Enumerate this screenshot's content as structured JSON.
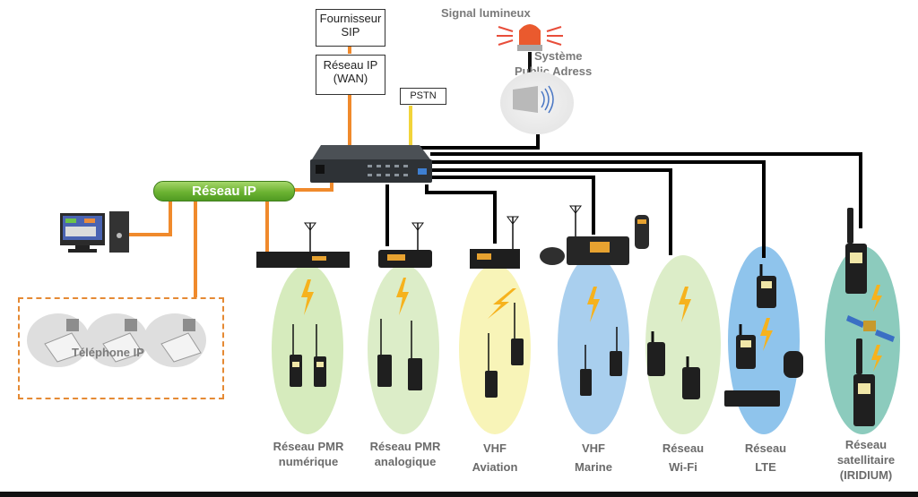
{
  "colors": {
    "ip_link": "#f08a2c",
    "pstn_link": "#f2d43a",
    "radio_link": "#000000",
    "ip_pill": "#6cb332",
    "dashed_border": "#e58a34",
    "zone_green": "#d6ebbd",
    "zone_lightgreen": "#dcedc8",
    "zone_yellow": "#f8f4b8",
    "zone_blue": "#a9cfee",
    "zone_blue_lte": "#8fc4ec",
    "zone_teal": "#8ccbbd",
    "lightning": "#f6b21d"
  },
  "top": {
    "sip_provider": {
      "line1": "Fournisseur",
      "line2": "SIP"
    },
    "wan": {
      "line1": "Réseau IP",
      "line2": "(WAN)"
    },
    "pstn": "PSTN",
    "beacon_label": "Signal lumineux",
    "pa_label_line1": "Système",
    "pa_label_line2": "Public Adress"
  },
  "left": {
    "ip_network": "Réseau IP",
    "ip_phones_label": "Téléphone IP"
  },
  "networks": [
    {
      "id": "pmr-digital",
      "line1": "Réseau PMR",
      "line2": "numérique",
      "line3": "",
      "zone": "zone_green",
      "connection": "ip"
    },
    {
      "id": "pmr-analog",
      "line1": "Réseau PMR",
      "line2": "analogique",
      "line3": "",
      "zone": "zone_lightgreen",
      "connection": "radio"
    },
    {
      "id": "vhf-aviation",
      "line1": "VHF",
      "line2": "Aviation",
      "line3": "",
      "zone": "zone_yellow",
      "connection": "radio"
    },
    {
      "id": "vhf-marine",
      "line1": "VHF",
      "line2": "Marine",
      "line3": "",
      "zone": "zone_blue",
      "connection": "radio"
    },
    {
      "id": "wifi",
      "line1": "Réseau",
      "line2": "Wi-Fi",
      "line3": "",
      "zone": "zone_lightgreen",
      "connection": "radio"
    },
    {
      "id": "lte",
      "line1": "Réseau",
      "line2": "LTE",
      "line3": "",
      "zone": "zone_blue_lte",
      "connection": "radio"
    },
    {
      "id": "iridium",
      "line1": "Réseau",
      "line2": "satellitaire",
      "line3": "(IRIDIUM)",
      "zone": "zone_teal",
      "connection": "radio"
    }
  ]
}
